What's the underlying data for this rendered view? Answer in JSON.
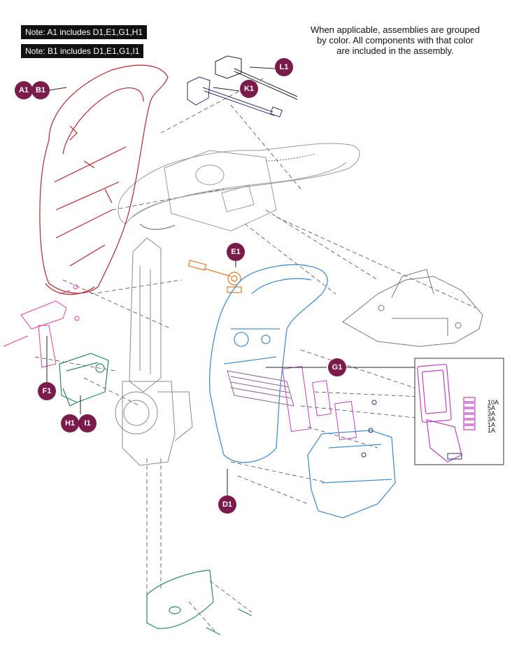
{
  "notes": {
    "a1": "Note: A1 includes D1,E1,G1,H1",
    "b1": "Note: B1 includes D1,E1,G1,I1"
  },
  "caption": {
    "line1": "When applicable, assemblies are grouped",
    "line2": "by color. All components with that color",
    "line3": "are included in the assembly."
  },
  "callouts": {
    "a1": "A1",
    "b1": "B1",
    "l1": "L1",
    "k1": "K1",
    "e1": "E1",
    "f1": "F1",
    "g1": "G1",
    "h1": "H1",
    "i1": "I1",
    "d1": "D1"
  },
  "fuse_ratings": [
    "10A",
    "5A",
    "3A",
    "3A",
    "1A",
    "1A"
  ],
  "colors": {
    "callout": "#7a1b4c",
    "red_assembly": "#b3262b",
    "navy_part": "#2a2f6e",
    "orange_part": "#e07a2c",
    "blue_assembly": "#4a90c8",
    "pink_part": "#e040a0",
    "green_assembly": "#2e8b57",
    "magenta_part": "#c040c0",
    "gray_part": "#9a9a9a"
  }
}
